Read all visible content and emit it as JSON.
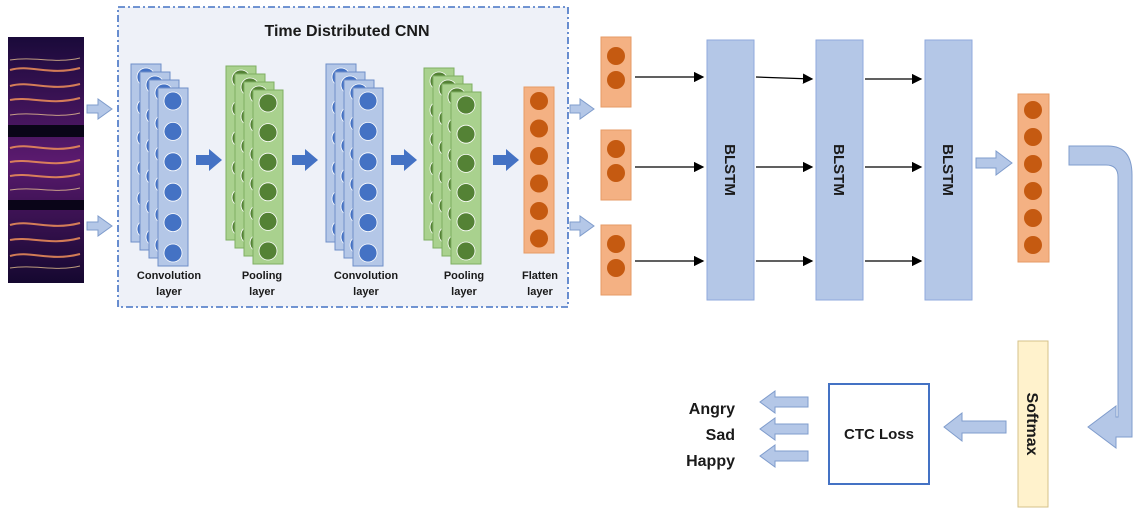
{
  "cnn_block": {
    "title": "Time Distributed CNN",
    "layers": [
      {
        "line1": "Convolution",
        "line2": "layer"
      },
      {
        "line1": "Pooling",
        "line2": "layer"
      },
      {
        "line1": "Convolution",
        "line2": "layer"
      },
      {
        "line1": "Pooling",
        "line2": "layer"
      },
      {
        "line1": "Flatten",
        "line2": "layer"
      }
    ]
  },
  "blstm_layers": [
    "BLSTM",
    "BLSTM",
    "BLSTM"
  ],
  "softmax_label": "Softmax",
  "loss_label": "CTC Loss",
  "outputs": [
    "Angry",
    "Sad",
    "Happy"
  ],
  "colors": {
    "conv_fill": "#b4c7e7",
    "conv_node": "#4472c4",
    "pool_fill": "#a9d18e",
    "pool_node": "#548235",
    "flat_fill": "#f4b183",
    "flat_node": "#c55a11",
    "blstm_fill": "#b4c7e7",
    "softmax_fill": "#fff2cc",
    "arrow_fill": "#b4c7e7",
    "arrow_dark": "#4472c4",
    "block_border": "#4472c4"
  }
}
